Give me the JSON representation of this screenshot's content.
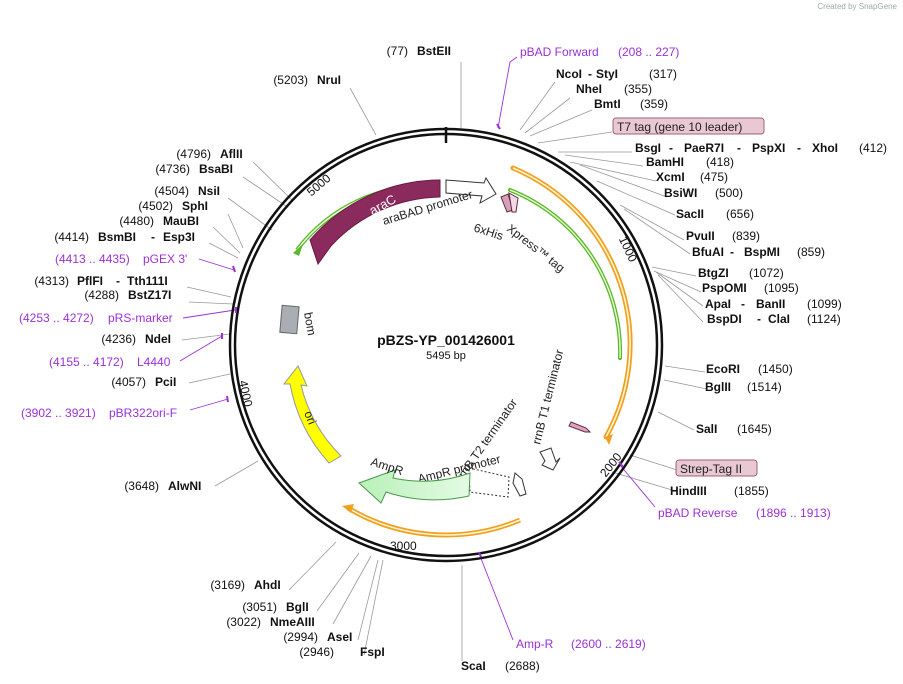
{
  "credit": "Created by SnapGene",
  "plasmid": {
    "name": "pBZS-YP_001426001",
    "size": "5495 bp"
  },
  "ticks": [
    "1000",
    "2000",
    "3000",
    "4000",
    "5000"
  ],
  "enzymes": {
    "BstEII": {
      "name": "BstEII",
      "pos": "(77)"
    },
    "NruI": {
      "name": "NruI",
      "pos": "(5203)"
    },
    "NcoI": {
      "name": "NcoI",
      "pos": "(317)"
    },
    "StyI": {
      "name": "StyI"
    },
    "NheI": {
      "name": "NheI",
      "pos": "(355)"
    },
    "BmtI": {
      "name": "BmtI",
      "pos": "(359)"
    },
    "BsgI": {
      "name": "BsgI",
      "pos": "(412)"
    },
    "PaeR7I": {
      "name": "PaeR7I"
    },
    "PspXI": {
      "name": "PspXI"
    },
    "XhoI": {
      "name": "XhoI"
    },
    "BamHI": {
      "name": "BamHI",
      "pos": "(418)"
    },
    "XcmI": {
      "name": "XcmI",
      "pos": "(475)"
    },
    "BsiWI": {
      "name": "BsiWI",
      "pos": "(500)"
    },
    "SacII": {
      "name": "SacII",
      "pos": "(656)"
    },
    "PvuII": {
      "name": "PvuII",
      "pos": "(839)"
    },
    "BfuAI": {
      "name": "BfuAI"
    },
    "BspMI": {
      "name": "BspMI",
      "pos": "(859)"
    },
    "BtgZI": {
      "name": "BtgZI",
      "pos": "(1072)"
    },
    "PspOMI": {
      "name": "PspOMI",
      "pos": "(1095)"
    },
    "ApaI": {
      "name": "ApaI"
    },
    "BanII": {
      "name": "BanII",
      "pos": "(1099)"
    },
    "BspDI": {
      "name": "BspDI"
    },
    "ClaI": {
      "name": "ClaI",
      "pos": "(1124)"
    },
    "EcoRI": {
      "name": "EcoRI",
      "pos": "(1450)"
    },
    "BglII": {
      "name": "BglII",
      "pos": "(1514)"
    },
    "SalI": {
      "name": "SalI",
      "pos": "(1645)"
    },
    "HindIII": {
      "name": "HindIII",
      "pos": "(1855)"
    },
    "ScaI": {
      "name": "ScaI",
      "pos": "(2688)"
    },
    "FspI": {
      "name": "FspI",
      "pos": "(2946)"
    },
    "AseI": {
      "name": "AseI",
      "pos": "(2994)"
    },
    "NmeAIII": {
      "name": "NmeAIII",
      "pos": "(3022)"
    },
    "BglI": {
      "name": "BglI",
      "pos": "(3051)"
    },
    "AhdI": {
      "name": "AhdI",
      "pos": "(3169)"
    },
    "AlwNI": {
      "name": "AlwNI",
      "pos": "(3648)"
    },
    "PciI": {
      "name": "PciI",
      "pos": "(4057)"
    },
    "NdeI": {
      "name": "NdeI",
      "pos": "(4236)"
    },
    "PflFI": {
      "name": "PflFI",
      "pos": "(4313)"
    },
    "Tth111I": {
      "name": "Tth111I"
    },
    "BstZ17I": {
      "name": "BstZ17I",
      "pos": "(4288)"
    },
    "BsmBI": {
      "name": "BsmBI",
      "pos": "(4414)"
    },
    "Esp3I": {
      "name": "Esp3I"
    },
    "MauBI": {
      "name": "MauBI",
      "pos": "(4480)"
    },
    "SphI": {
      "name": "SphI",
      "pos": "(4502)"
    },
    "NsiI": {
      "name": "NsiI",
      "pos": "(4504)"
    },
    "BsaBI": {
      "name": "BsaBI",
      "pos": "(4736)"
    },
    "AflII": {
      "name": "AflII",
      "pos": "(4796)"
    }
  },
  "primers": {
    "pBAD_Forward": {
      "name": "pBAD Forward",
      "range": "(208 .. 227)"
    },
    "pBAD_Reverse": {
      "name": "pBAD Reverse",
      "range": "(1896 .. 1913)"
    },
    "Amp_R": {
      "name": "Amp-R",
      "range": "(2600 .. 2619)"
    },
    "pBR322ori_F": {
      "name": "pBR322ori-F",
      "range": "(3902 .. 3921)"
    },
    "L4440": {
      "name": "L4440",
      "range": "(4155 .. 4172)"
    },
    "pRS_marker": {
      "name": "pRS-marker",
      "range": "(4253 .. 4272)"
    },
    "pGEX_3": {
      "name": "pGEX 3'",
      "range": "(4413 .. 4435)"
    }
  },
  "features": {
    "araC": "araC",
    "araBAD_promoter": "araBAD promoter",
    "sixHis": "6xHis",
    "Xpress_tag": "Xpress™ tag",
    "T7_tag": "T7 tag (gene 10 leader)",
    "Strep_Tag_II": "Strep-Tag II",
    "rrnB_T1": "rrnB T1 terminator",
    "rrnB_T2": "rrnB T2 terminator",
    "AmpR_promoter": "AmpR promoter",
    "AmpR": "AmpR",
    "ori": "ori",
    "bom": "bom"
  },
  "colors": {
    "araC": "#8b2a5c",
    "AmpR": "#c8f5c8",
    "ori": "#ffff00",
    "bom": "#a9adb4",
    "orange_arc": "#f0a020",
    "green_arc": "#5cb82a",
    "primer": "#9b30d9",
    "callout_fill": "#e8c8d2",
    "callout_stroke": "#a06078"
  }
}
